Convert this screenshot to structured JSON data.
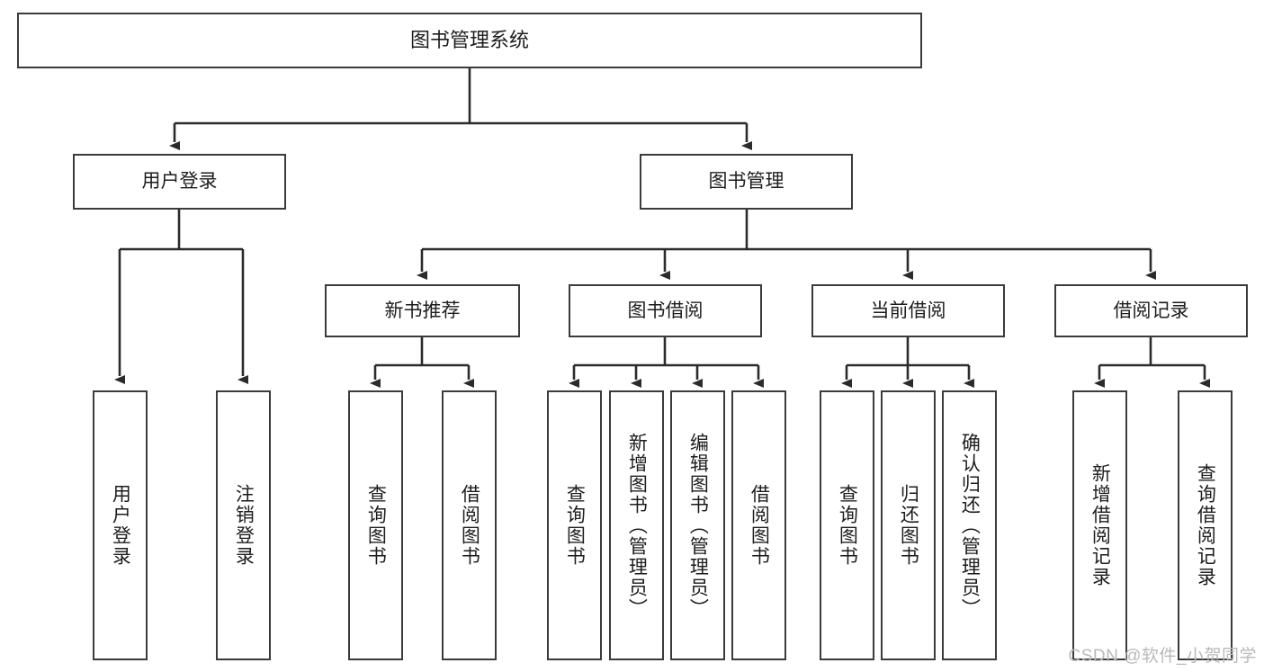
{
  "diagram": {
    "type": "tree",
    "title": "图书管理系统",
    "orientation": "top-down",
    "colors": {
      "border": "#3b3b3b",
      "fill": "#ffffff",
      "text": "#1d1d1d",
      "connector": "#2b2b2b",
      "watermark": "#b9b9b9"
    }
  },
  "nodes": {
    "root": {
      "label": "图书管理系统",
      "level": 1,
      "orientation": "horizontal"
    },
    "l2": [
      {
        "id": "user-login",
        "label": "用户登录",
        "level": 2,
        "orientation": "horizontal"
      },
      {
        "id": "book-manage",
        "label": "图书管理",
        "level": 2,
        "orientation": "horizontal"
      }
    ],
    "l3": [
      {
        "id": "new-book-recommend",
        "label": "新书推荐",
        "level": 3,
        "orientation": "horizontal",
        "parent": "book-manage"
      },
      {
        "id": "book-borrow",
        "label": "图书借阅",
        "level": 3,
        "orientation": "horizontal",
        "parent": "book-manage"
      },
      {
        "id": "current-borrow",
        "label": "当前借阅",
        "level": 3,
        "orientation": "horizontal",
        "parent": "book-manage"
      },
      {
        "id": "borrow-record",
        "label": "借阅记录",
        "level": 3,
        "orientation": "horizontal",
        "parent": "book-manage"
      }
    ],
    "leaves": [
      {
        "id": "leaf-user-login",
        "label": "用户登录",
        "orientation": "vertical",
        "parent": "user-login"
      },
      {
        "id": "leaf-logout-login",
        "label": "注销登录",
        "orientation": "vertical",
        "parent": "user-login"
      },
      {
        "id": "leaf-query-book-1",
        "label": "查询图书",
        "orientation": "vertical",
        "parent": "new-book-recommend"
      },
      {
        "id": "leaf-borrow-book-1",
        "label": "借阅图书",
        "orientation": "vertical",
        "parent": "new-book-recommend"
      },
      {
        "id": "leaf-query-book-2",
        "label": "查询图书",
        "orientation": "vertical",
        "parent": "book-borrow"
      },
      {
        "id": "leaf-add-book",
        "label": "新增图书（管理员）",
        "orientation": "vertical",
        "parent": "book-borrow"
      },
      {
        "id": "leaf-edit-book",
        "label": "编辑图书（管理员）",
        "orientation": "vertical",
        "parent": "book-borrow"
      },
      {
        "id": "leaf-borrow-book-2",
        "label": "借阅图书",
        "orientation": "vertical",
        "parent": "book-borrow"
      },
      {
        "id": "leaf-query-book-3",
        "label": "查询图书",
        "orientation": "vertical",
        "parent": "current-borrow"
      },
      {
        "id": "leaf-return-book",
        "label": "归还图书",
        "orientation": "vertical",
        "parent": "current-borrow"
      },
      {
        "id": "leaf-confirm-return",
        "label": "确认归还（管理员）",
        "orientation": "vertical",
        "parent": "current-borrow"
      },
      {
        "id": "leaf-add-borrow-record",
        "label": "新增借阅记录",
        "orientation": "vertical",
        "parent": "borrow-record"
      },
      {
        "id": "leaf-query-borrow-record",
        "label": "查询借阅记录",
        "orientation": "vertical",
        "parent": "borrow-record"
      }
    ]
  },
  "watermark": {
    "text": "CSDN @软件_小贺同学"
  }
}
